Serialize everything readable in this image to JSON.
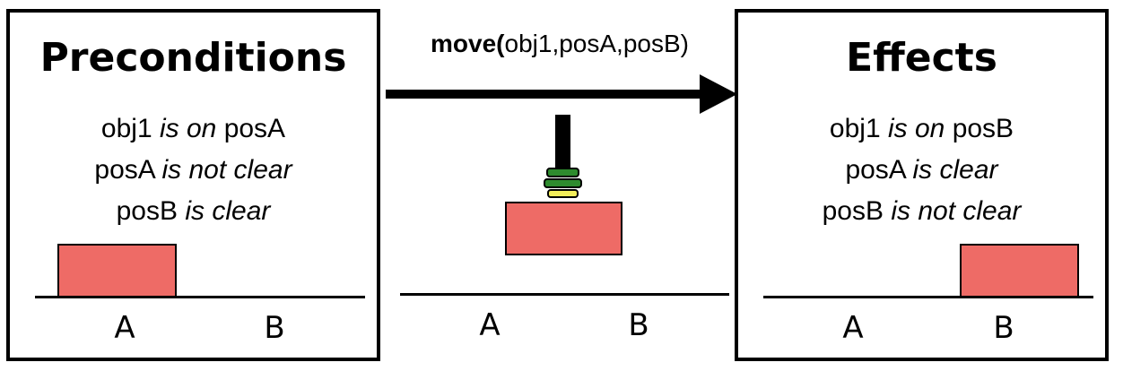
{
  "action": {
    "name": "move",
    "args": "obj1,posA,posB"
  },
  "preconditions": {
    "title": "Preconditions",
    "lines": [
      {
        "subject": "obj1",
        "relation": "is on",
        "object": "posA"
      },
      {
        "subject": "posA",
        "relation": "is not clear",
        "object": ""
      },
      {
        "subject": "posB",
        "relation": "is clear",
        "object": ""
      }
    ],
    "labels": [
      "A",
      "B"
    ],
    "block_position": "A"
  },
  "middle": {
    "labels": [
      "A",
      "B"
    ],
    "block_state": "held by gripper"
  },
  "effects": {
    "title": "Effects",
    "lines": [
      {
        "subject": "obj1",
        "relation": "is on",
        "object": "posB"
      },
      {
        "subject": "posA",
        "relation": "is clear",
        "object": ""
      },
      {
        "subject": "posB",
        "relation": "is not clear",
        "object": ""
      }
    ],
    "labels": [
      "A",
      "B"
    ],
    "block_position": "B"
  },
  "colors": {
    "block": "#ee6b66",
    "gripper_green": "#2e8b2e",
    "gripper_yellow": "#f3ee5a",
    "ink": "#000000"
  }
}
